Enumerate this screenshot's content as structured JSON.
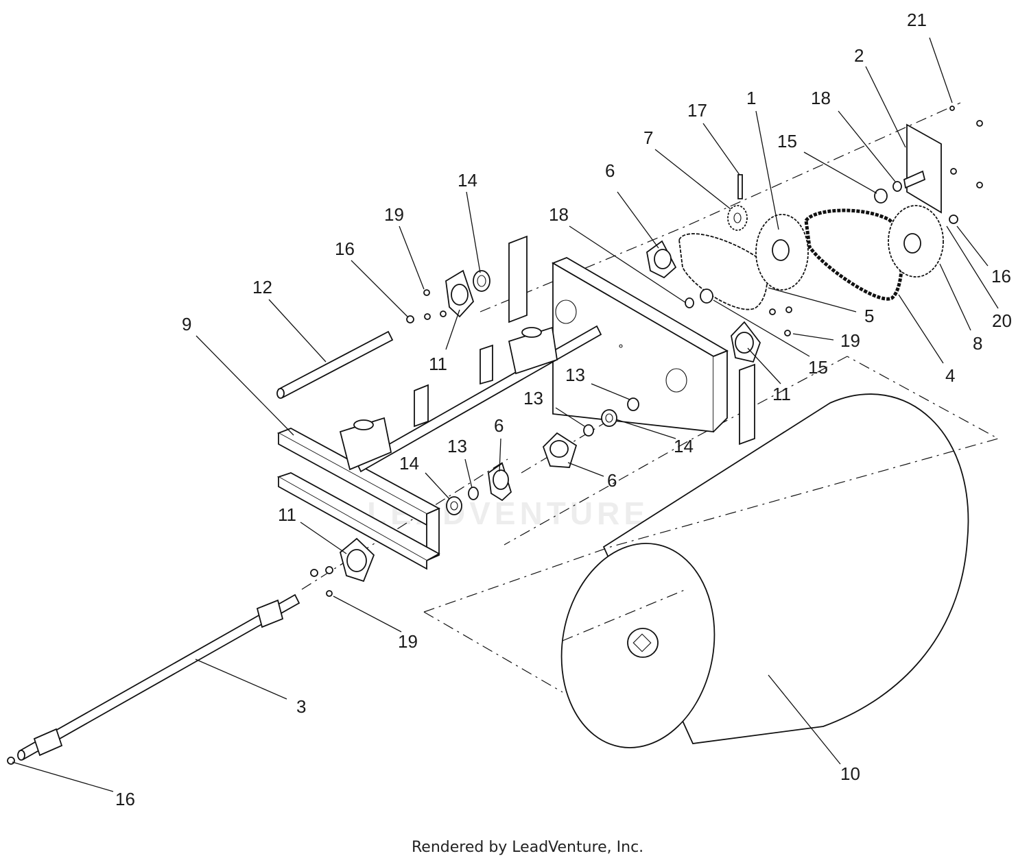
{
  "diagram": {
    "callouts": [
      {
        "id": "c21",
        "label": "21"
      },
      {
        "id": "c2",
        "label": "2"
      },
      {
        "id": "c1",
        "label": "1"
      },
      {
        "id": "c17",
        "label": "17"
      },
      {
        "id": "c18a",
        "label": "18"
      },
      {
        "id": "c7",
        "label": "7"
      },
      {
        "id": "c15a",
        "label": "15"
      },
      {
        "id": "c6a",
        "label": "6"
      },
      {
        "id": "c14a",
        "label": "14"
      },
      {
        "id": "c18b",
        "label": "18"
      },
      {
        "id": "c19a",
        "label": "19"
      },
      {
        "id": "c16a",
        "label": "16"
      },
      {
        "id": "c12",
        "label": "12"
      },
      {
        "id": "c9",
        "label": "9"
      },
      {
        "id": "c11a",
        "label": "11"
      },
      {
        "id": "c16b",
        "label": "16"
      },
      {
        "id": "c20",
        "label": "20"
      },
      {
        "id": "c5",
        "label": "5"
      },
      {
        "id": "c19b",
        "label": "19"
      },
      {
        "id": "c8",
        "label": "8"
      },
      {
        "id": "c15b",
        "label": "15"
      },
      {
        "id": "c11b",
        "label": "11"
      },
      {
        "id": "c4",
        "label": "4"
      },
      {
        "id": "c13a",
        "label": "13"
      },
      {
        "id": "c13b",
        "label": "13"
      },
      {
        "id": "c6b",
        "label": "6"
      },
      {
        "id": "c14b",
        "label": "14"
      },
      {
        "id": "c13c",
        "label": "13"
      },
      {
        "id": "c14c",
        "label": "14"
      },
      {
        "id": "c6c",
        "label": "6"
      },
      {
        "id": "c11c",
        "label": "11"
      },
      {
        "id": "c19c",
        "label": "19"
      },
      {
        "id": "c3",
        "label": "3"
      },
      {
        "id": "c10",
        "label": "10"
      },
      {
        "id": "c16c",
        "label": "16"
      }
    ]
  },
  "watermark": "LEADVENTURE",
  "footer": "Rendered by LeadVenture, Inc."
}
